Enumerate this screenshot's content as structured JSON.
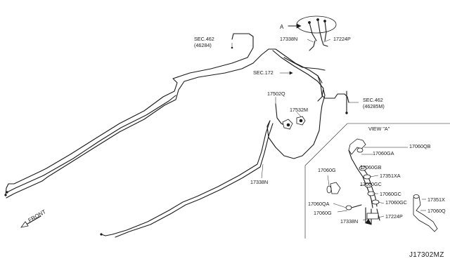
{
  "labels": {
    "view_a_marker": "A",
    "sec462_top_line1": "SEC.462",
    "sec462_top_line2": "(46284)",
    "sec172": "SEC.172",
    "sec462_right_line1": "SEC.462",
    "sec462_right_line2": "(46285M)",
    "p17338n_top": "17338N",
    "p17224p_top": "17224P",
    "p17502q": "17502Q",
    "p17532m": "17532M",
    "p17338n_main": "17338N",
    "view_a_title": "VIEW \"A\"",
    "p17060qb": "17060QB",
    "p17060ga": "17060GA",
    "p17060gb": "17060GB",
    "p17060g_left": "17060G",
    "p17351xa": "17351XA",
    "p17060gc_1": "17060GC",
    "p17060gc_2": "17060GC",
    "p17060gc_3": "17060GC",
    "p17060qa": "17060QA",
    "p17060g_bottom": "17060G",
    "p17338n_view": "17338N",
    "p17224p_view": "17224P",
    "p17351x": "17351X",
    "p17060q": "17060Q",
    "front": "FRONT",
    "diagram_code": "J17302MZ"
  },
  "colors": {
    "ink": "#1a1a1a",
    "paper": "#ffffff"
  }
}
